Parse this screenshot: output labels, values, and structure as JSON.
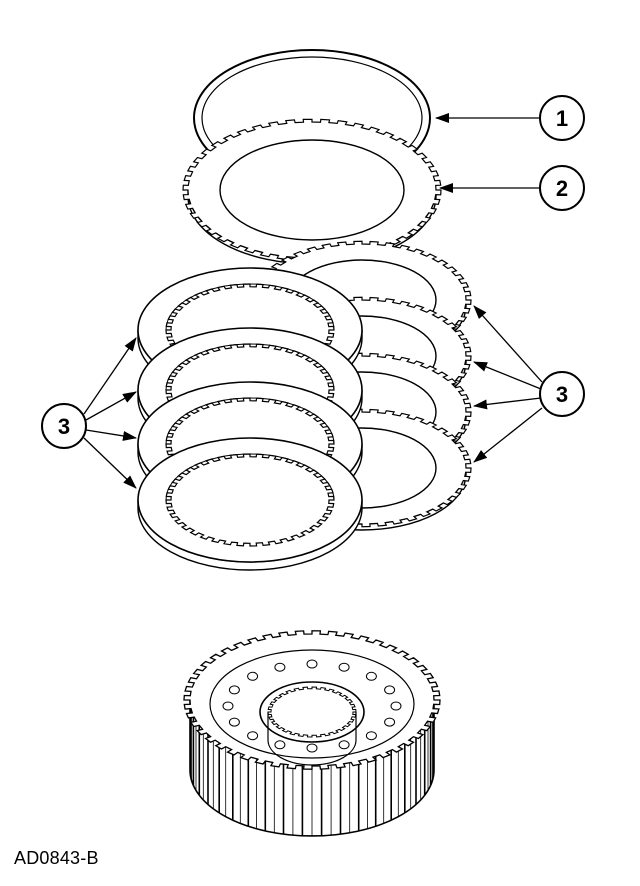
{
  "figure": {
    "code": "AD0843-B"
  },
  "callouts": [
    {
      "id": "1",
      "label": "1"
    },
    {
      "id": "2",
      "label": "2"
    },
    {
      "id": "3",
      "label": "3"
    },
    {
      "id": "3b",
      "label": "3"
    }
  ],
  "parts": {
    "snap_ring": "snap-ring",
    "pressure_plate": "pressure-plate",
    "clutch_plates": 8,
    "clutch_hub": "clutch-hub"
  }
}
